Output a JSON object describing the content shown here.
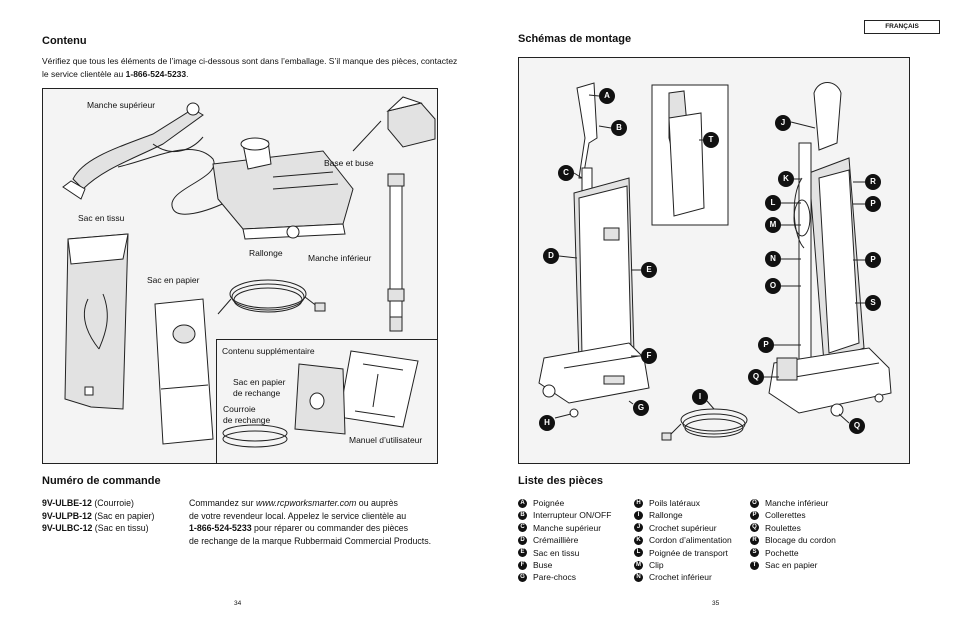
{
  "left_page": {
    "contents_heading": "Contenu",
    "intro_line1": "Vérifiez que tous les éléments de l’image ci-dessous sont dans l’emballage. S’il manque des pièces, contactez",
    "intro_line2_pre": "le service clientèle au ",
    "intro_phone": "1-866-524-5233",
    "intro_line2_post": ".",
    "labels": {
      "upper_handle": "Manche supérieur",
      "base_nozzle": "Base et buse",
      "cloth_bag": "Sac en tissu",
      "extension": "Rallonge",
      "lower_handle": "Manche inférieur",
      "paper_bag": "Sac en papier",
      "additional": "Contenu supplémentaire",
      "replacement_bag": "Sac en papier\nde rechange",
      "replacement_belt": "Courroie\nde rechange",
      "manual": "Manuel d’utilisateur"
    },
    "order_heading": "Numéro de commande",
    "orders": [
      {
        "code": "9V-ULBE-12",
        "desc": " (Courroie)"
      },
      {
        "code": "9V-ULPB-12",
        "desc": " (Sac en papier)"
      },
      {
        "code": "9V-ULBC-12",
        "desc": " (Sac en tissu)"
      }
    ],
    "order_text": {
      "l1_pre": "Commandez sur ",
      "l1_url": "www.rcpworksmarter.com",
      "l1_post": " ou auprès",
      "l2": "de votre revendeur local. Appelez le service clientèle au",
      "l3_phone": "1-866-524-5233",
      "l3_post": " pour réparer ou commander des pièces",
      "l4": "de rechange de la marque Rubbermaid Commercial Products."
    },
    "page_number": "34"
  },
  "right_page": {
    "language_tab": "FRANÇAIS",
    "assembly_heading": "Schémas de montage",
    "callouts": [
      "A",
      "B",
      "C",
      "D",
      "E",
      "F",
      "G",
      "H",
      "T",
      "J",
      "K",
      "R",
      "L",
      "P",
      "M",
      "N",
      "O",
      "S",
      "I",
      "Q"
    ],
    "parts_heading": "Liste des pièces",
    "parts": [
      [
        {
          "k": "A",
          "t": "Poignée"
        },
        {
          "k": "B",
          "t": "Interrupteur ON/OFF"
        },
        {
          "k": "C",
          "t": "Manche supérieur"
        },
        {
          "k": "D",
          "t": "Crémaillière"
        },
        {
          "k": "E",
          "t": "Sac en tissu"
        },
        {
          "k": "F",
          "t": "Buse"
        },
        {
          "k": "G",
          "t": "Pare-chocs"
        }
      ],
      [
        {
          "k": "H",
          "t": "Poils latéraux"
        },
        {
          "k": "I",
          "t": "Rallonge"
        },
        {
          "k": "J",
          "t": "Crochet supérieur"
        },
        {
          "k": "K",
          "t": "Cordon d’alimentation"
        },
        {
          "k": "L",
          "t": "Poignée de transport"
        },
        {
          "k": "M",
          "t": "Clip"
        },
        {
          "k": "N",
          "t": "Crochet inférieur"
        }
      ],
      [
        {
          "k": "O",
          "t": "Manche inférieur"
        },
        {
          "k": "P",
          "t": "Collerettes"
        },
        {
          "k": "Q",
          "t": "Roulettes"
        },
        {
          "k": "R",
          "t": "Blocage du cordon"
        },
        {
          "k": "S",
          "t": "Pochette"
        },
        {
          "k": "T",
          "t": "Sac en papier"
        }
      ]
    ],
    "page_number": "35"
  }
}
